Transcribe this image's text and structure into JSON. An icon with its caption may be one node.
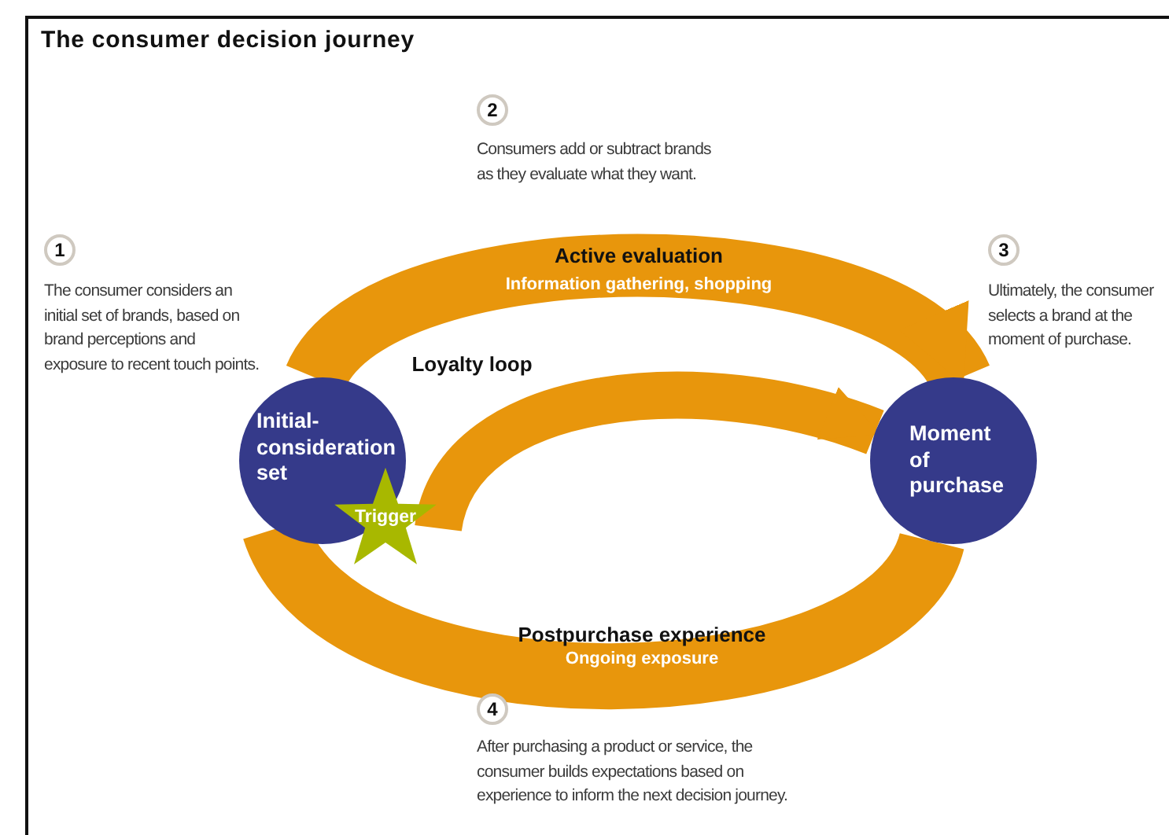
{
  "diagram": {
    "title": "The consumer decision journey",
    "nodes": [
      {
        "text": [
          "Initial-consideration set"
        ]
      },
      {
        "text": [
          "Moment of purchase"
        ]
      },
      {
        "text": [
          "Trigger"
        ]
      }
    ],
    "edges": [
      {
        "from": 0,
        "to": 1,
        "arrow": "to",
        "label": "Active evaluation"
      },
      {
        "from": 1,
        "to": 0,
        "arrow": "none",
        "label": "Postpurchase experience"
      },
      {
        "from": 2,
        "to": 1,
        "arrow": "to",
        "label": "Loyalty loop"
      }
    ],
    "labels": [
      "2",
      "Consumers add or subtract brands as they evaluate what they want.",
      "1",
      "The consumer considers an initial set of brands, based on brand perceptions and exposure to recent touch points.",
      "Information gathering, shopping",
      "3",
      "Ultimately, the consumer selects a brand at the moment of purchase.",
      "Ongoing exposure",
      "4",
      "After purchasing a product or service, the consumer builds expectations based on experience to inform the next decision journey."
    ]
  }
}
